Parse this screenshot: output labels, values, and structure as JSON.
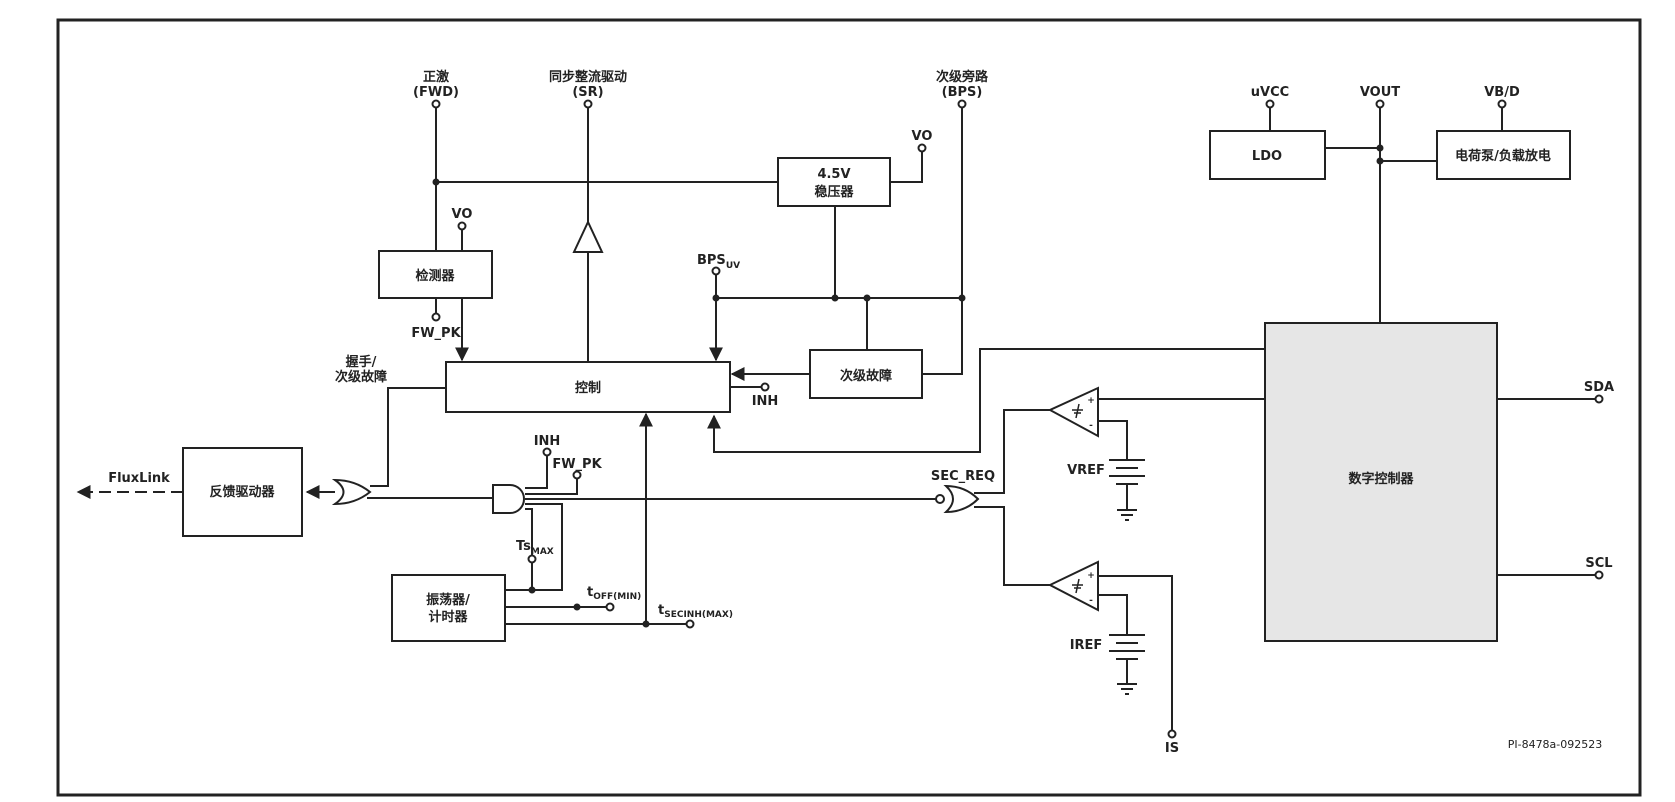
{
  "pins": {
    "fwd": [
      "正激",
      "(FWD)"
    ],
    "sr": [
      "同步整流驱动",
      "(SR)"
    ],
    "bps": [
      "次级旁路",
      "(BPS)"
    ],
    "vo_top": "VO",
    "vo_det": "VO",
    "bpsuv_main": "BPS",
    "bpsuv_sub": "UV",
    "fw_pk_top": "FW_PK",
    "inh_right": "INH",
    "inh_mid": "INH",
    "fw_pk_mid": "FW_PK",
    "ts_main": "Ts",
    "ts_sub": "MAX",
    "toff_main": "t",
    "toff_sub": "OFF(MIN)",
    "tsec_main": "t",
    "tsec_sub": "SECINH(MAX)",
    "uvcc": "uVCC",
    "vout": "VOUT",
    "vbd": "VB/D",
    "sda": "SDA",
    "scl": "SCL",
    "is": "IS",
    "sec_req": "SEC_REQ",
    "fluxlink": "FluxLink",
    "handshake": [
      "握手/",
      "次级故障"
    ],
    "vref": "VREF",
    "iref": "IREF"
  },
  "blocks": {
    "regulator": [
      "4.5V",
      "稳压器"
    ],
    "detector": "检测器",
    "control": "控制",
    "sec_fault": "次级故障",
    "fb_driver": "反馈驱动器",
    "oscillator": [
      "振荡器/",
      "计时器"
    ],
    "ldo": "LDO",
    "charge_pump": "电荷泵/负载放电",
    "digital_ctrl": "数字控制器"
  },
  "comparator_signs": {
    "plus": "+",
    "minus": "-"
  },
  "ref_code": "PI-8478a-092523",
  "colors": {
    "line": "#222222",
    "digital_fill": "#e6e6e6",
    "background": "#ffffff"
  }
}
